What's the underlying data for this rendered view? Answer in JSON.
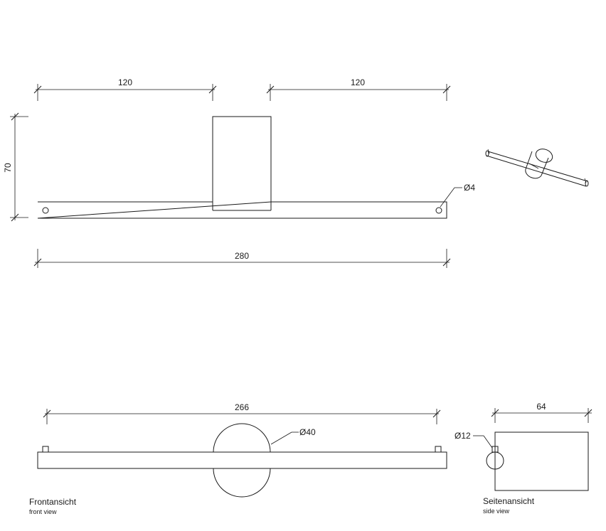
{
  "dimensions": {
    "top_left_width": "120",
    "top_right_width": "120",
    "height": "70",
    "hole_diameter": "Ø4",
    "total_length": "280",
    "front_length": "266",
    "roller_diameter": "Ø40",
    "side_depth": "64",
    "rod_diameter": "Ø12"
  },
  "labels": {
    "front_title": "Frontansicht",
    "front_subtitle": "front view",
    "side_title": "Seitenansicht",
    "side_subtitle": "side view"
  }
}
